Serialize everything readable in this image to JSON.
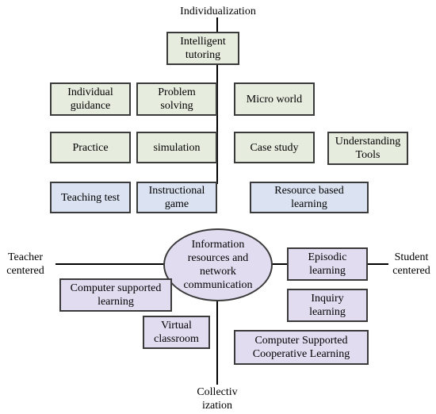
{
  "axes": {
    "top": "Individualization",
    "bottom": "Collectiv\nization",
    "left": "Teacher\ncentered",
    "right": "Student\ncentered"
  },
  "center": "Information\nresources and\nnetwork\ncommunication",
  "boxes": {
    "intelligent_tutoring": "Intelligent\ntutoring",
    "individual_guidance": "Individual\nguidance",
    "problem_solving": "Problem\nsolving",
    "micro_world": "Micro world",
    "practice": "Practice",
    "simulation": "simulation",
    "case_study": "Case study",
    "understanding_tools": "Understanding\nTools",
    "teaching_test": "Teaching test",
    "instructional_game": "Instructional\ngame",
    "resource_based_learning": "Resource based\nlearning",
    "episodic_learning": "Episodic\nlearning",
    "computer_supported_learning": "Computer supported\nlearning",
    "inquiry_learning": "Inquiry\nlearning",
    "virtual_classroom": "Virtual\nclassroom",
    "computer_supported_cooperative_learning": "Computer Supported\nCooperative Learning"
  },
  "colors": {
    "green": "#e6eddf",
    "blue": "#dbe3f2",
    "purple": "#e2dcf0",
    "border": "#3a3a3a"
  }
}
